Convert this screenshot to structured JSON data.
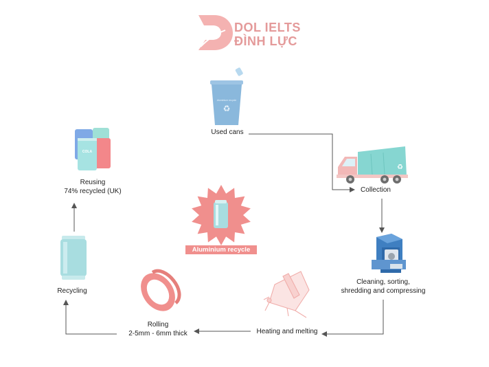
{
  "logo": {
    "line1": "DOL IELTS",
    "line2": "ĐÌNH LỰC"
  },
  "center": {
    "title": "Aluminium recycle"
  },
  "bin_text": "Aluminium recycle",
  "cans_text": "COLA",
  "stages": [
    {
      "id": "used-cans",
      "label": "Used cans",
      "icon": "recycle-bin-icon"
    },
    {
      "id": "collection",
      "label": "Collection",
      "icon": "garbage-truck-icon"
    },
    {
      "id": "cleaning",
      "label_lines": [
        "Cleaning, sorting,",
        "shredding and compressing"
      ],
      "icon": "shredder-machine-icon"
    },
    {
      "id": "heating",
      "label": "Heating and melting",
      "icon": "melting-crucible-icon"
    },
    {
      "id": "rolling",
      "label_lines": [
        "Rolling",
        "2-5mm - 6mm thick"
      ],
      "icon": "aluminium-roll-icon"
    },
    {
      "id": "recycling",
      "label": "Recycling",
      "icon": "aluminium-can-icon"
    },
    {
      "id": "reusing",
      "label_lines": [
        "Reusing",
        "74% recycled (UK)"
      ],
      "icon": "cola-cans-icon"
    }
  ],
  "colors": {
    "logo": "#e49a9a",
    "accent": "#f08f8d",
    "can": "#a8dde0",
    "bin": "#8ab8dc",
    "truck": "#7fd1cc",
    "machine": "#3f7fc1",
    "arrow": "#555555"
  }
}
